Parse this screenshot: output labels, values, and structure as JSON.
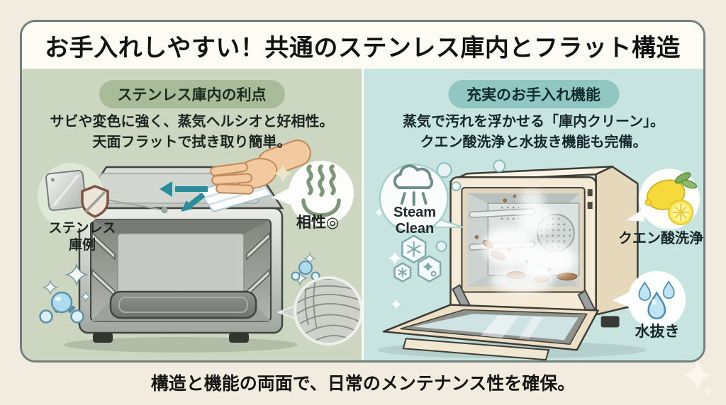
{
  "title": "お手入れしやすい！共通のステンレス庫内とフラット構造",
  "left_panel": {
    "badge": "ステンレス庫内の利点",
    "desc_line1": "サビや変色に強く、蒸気ヘルシオと好相性。",
    "desc_line2": "天面フラットで拭き取り簡単。",
    "stainless_label_line1": "ステンレス",
    "stainless_label_line2": "庫例",
    "compat_label": "相性◎"
  },
  "right_panel": {
    "badge": "充実のお手入れ機能",
    "desc_line1": "蒸気で汚れを浮かせる「庫内クリーン」。",
    "desc_line2": "クエン酸洗浄と水抜き機能も完備。",
    "steam_line1": "Steam",
    "steam_line2": "Clean",
    "citric_label": "クエン酸洗浄",
    "drain_label": "水抜き"
  },
  "footer": "構造と機能の両面で、日常のメンテナンス性を確保。",
  "colors": {
    "background": "#f1ecdf",
    "card_border": "#71807a",
    "title_bg": "#fcfcf5",
    "left_panel_bg": "#ccd6c1",
    "left_badge_bg": "#a8bc99",
    "right_panel_bg": "#c8e4e1",
    "right_badge_bg": "#90c7c2",
    "text_dark": "#1a241e",
    "arrow_teal": "#2b8c9b",
    "oven_cream": "#f4ead6",
    "dirt_brown": "#a87c4f",
    "drop_blue": "#bfe4f3"
  },
  "icons": {
    "shield_icon": "shield",
    "stainless_plate_icon": "stainless-plate",
    "hot_spring_icon": "♨",
    "steam_cloud_icon": "☁",
    "snowflake_icon": "❄",
    "bubble_icon": "○",
    "lemon_icon": "🍋",
    "water_drops_icon": "💧",
    "water_molecule_icon": "H2O",
    "metal_texture_icon": "brushed-metal",
    "sparkle_icon": "✦"
  }
}
